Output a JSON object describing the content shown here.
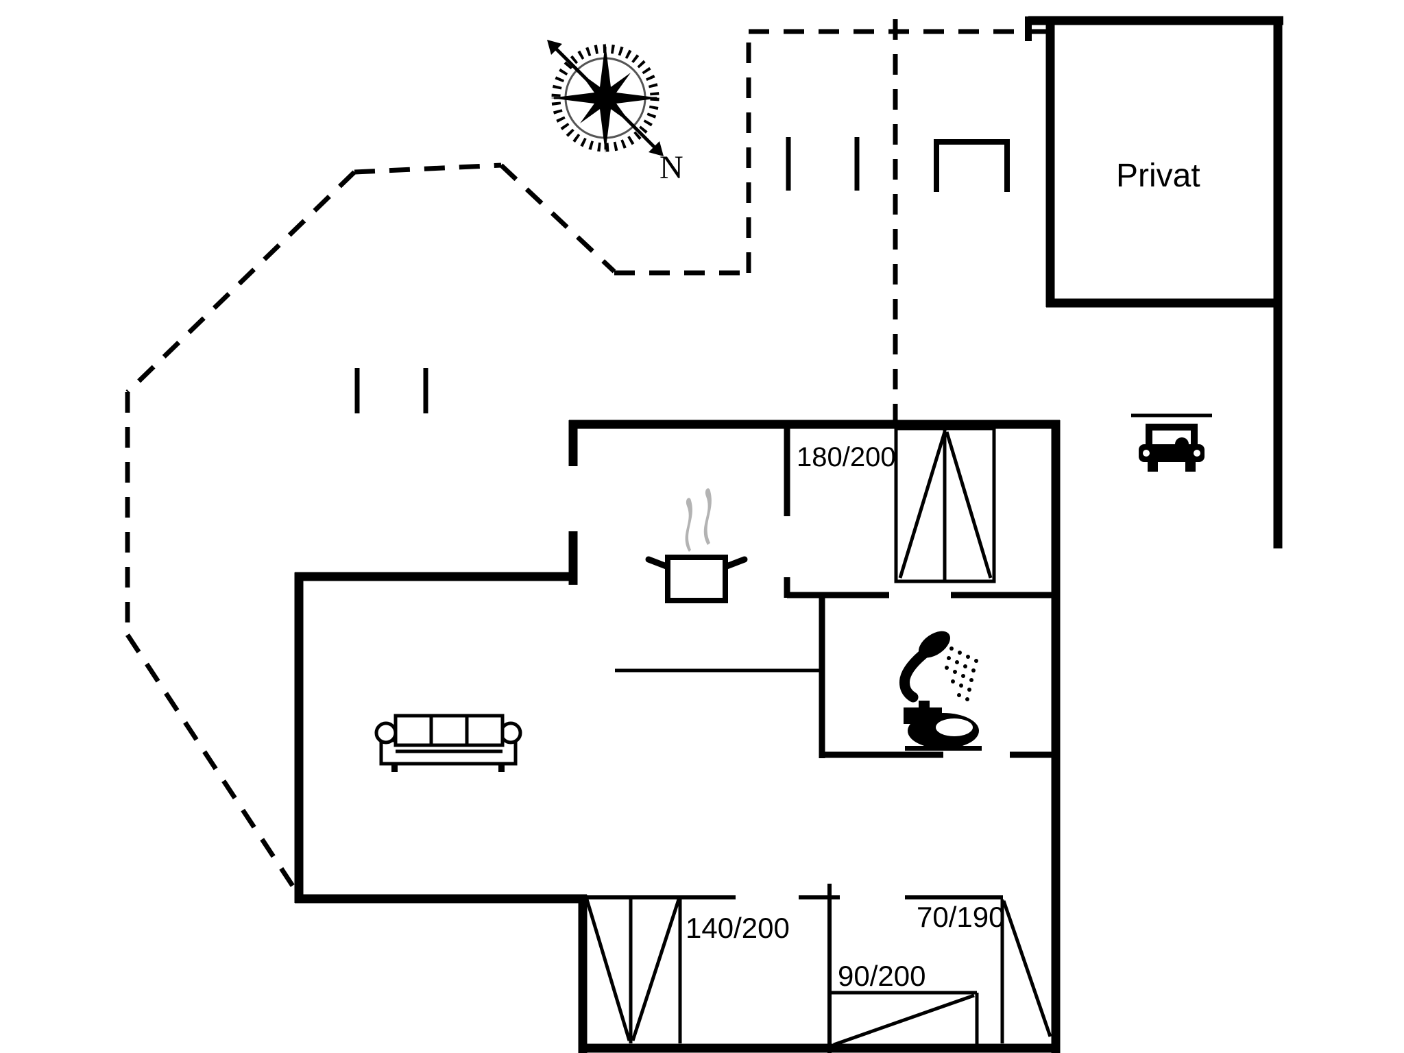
{
  "plan": {
    "type": "floor-plan",
    "annex_label": "Privat",
    "compass_label": "N",
    "dimensions": {
      "d180": "180/200",
      "d140": "140/200",
      "d90": "90/200",
      "d70": "70/190"
    },
    "icons": [
      "compass-rose-icon",
      "car-icon",
      "cooking-pot-icon",
      "sofa-icon",
      "shower-icon",
      "toilet-icon",
      "wardrobe-symbol",
      "window-symbol",
      "door-symbol"
    ],
    "colors": {
      "line": "#000000",
      "steam": "#b3b3b3",
      "background": "#ffffff"
    }
  }
}
